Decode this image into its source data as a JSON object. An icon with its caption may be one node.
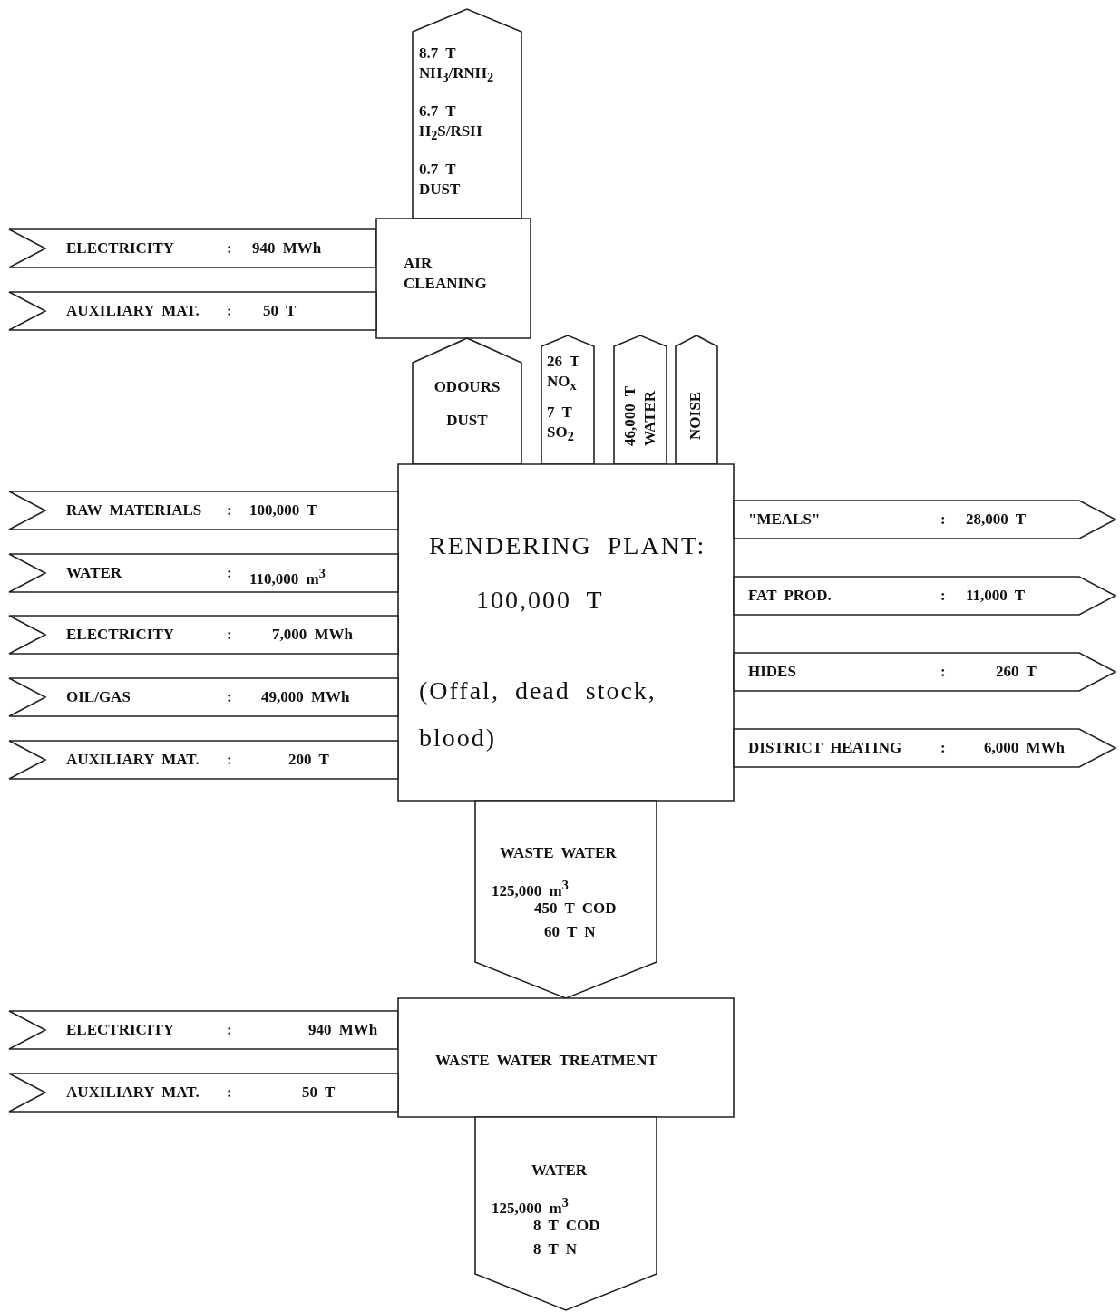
{
  "diagram": {
    "nodes": [
      {
        "text": [
          "8.7 T NH$_{3}$/RNH$_{2}$",
          "6.7 T H$_{2}$S/RSH",
          "0.7 T DUST"
        ]
      },
      {
        "text": [
          "ELECTRICITY",
          ":",
          "940 MWh"
        ]
      },
      {
        "text": [
          "AIR CLEANING"
        ]
      },
      {
        "text": [
          "AUXILIARY MAT.",
          ":",
          "50 T"
        ]
      },
      {
        "text": [
          "ODOURS",
          "DUST"
        ]
      },
      {
        "text": [
          "26 T NO$_{x}$",
          "7 T SO$_{2}$"
        ]
      },
      {
        "text": [
          "46,000 T WATER"
        ]
      },
      {
        "text": [
          "NOISE"
        ]
      },
      {
        "text": [
          "RENDERING PLANT:",
          "100,000 T",
          "(Offal, dead stock, blood)"
        ]
      },
      {
        "text": [
          "RAW MATERIALS",
          ":",
          "100,000 T"
        ]
      },
      {
        "text": [
          "WATER",
          ":",
          "110,000 m$^{3}$"
        ]
      },
      {
        "text": [
          "ELECTRICITY",
          ":",
          "7,000 MWh"
        ]
      },
      {
        "text": [
          "OIL/GAS",
          ":",
          "49,000 MWh"
        ]
      },
      {
        "text": [
          "AUXILIARY MAT.",
          ":",
          "200 T"
        ]
      },
      {
        "text": [
          "\"MEALS\"",
          ":",
          "28,000 T"
        ]
      },
      {
        "text": [
          "FAT PROD.",
          ":",
          "11,000 T"
        ]
      },
      {
        "text": [
          "HIDES",
          ":",
          "260 T"
        ]
      },
      {
        "text": [
          "DISTRICT HEATING",
          ":",
          "6,000 MWh"
        ]
      },
      {
        "text": [
          "WASTE WATER",
          "125,000 m$^{3}$",
          "450 T COD",
          "60 T N"
        ]
      },
      {
        "text": [
          "ELECTRICITY",
          ":",
          "940 MWh"
        ]
      },
      {
        "text": [
          "WASTE WATER TREATMENT"
        ]
      },
      {
        "text": [
          "AUXILIARY MAT.",
          ":",
          "50 T"
        ]
      },
      {
        "text": [
          "WATER",
          "125,000 m$^{3}$",
          "8 T COD",
          "8 T N"
        ]
      }
    ]
  }
}
